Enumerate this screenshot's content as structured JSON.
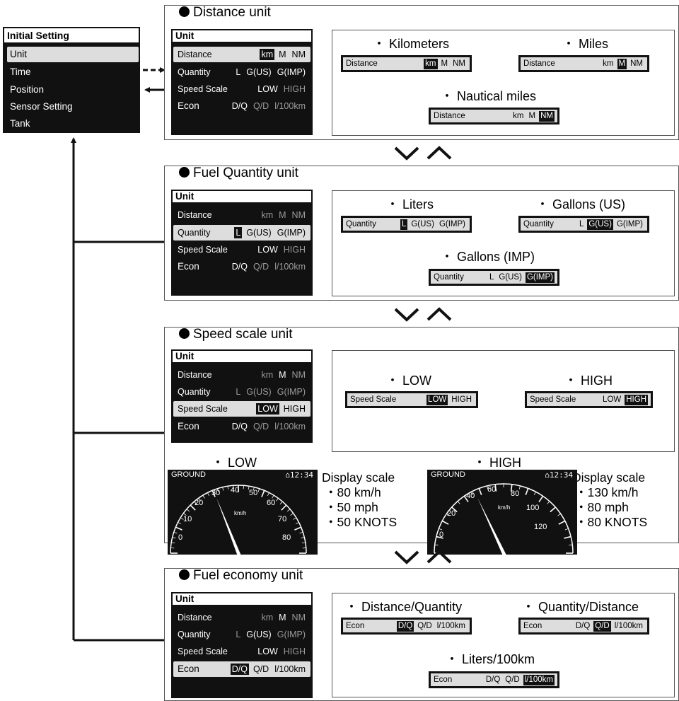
{
  "initial_setting": {
    "title": "Initial Setting",
    "items": [
      "Unit",
      "Time",
      "Position",
      "Sensor Setting",
      "Tank"
    ]
  },
  "screen_common": {
    "title": "Unit",
    "distance_label": "Distance",
    "quantity_label": "Quantity",
    "speed_label": "Speed Scale",
    "econ_label": "Econ",
    "distance_opts": [
      "km",
      "M",
      "NM"
    ],
    "quantity_opts": [
      "L",
      "G(US)",
      "G(IMP)"
    ],
    "speed_opts": [
      "LOW",
      "HIGH"
    ],
    "econ_opts": [
      "D/Q",
      "Q/D",
      "l/100km"
    ]
  },
  "sections": {
    "distance": {
      "title": "Distance unit",
      "km_caption": "・ Kilometers",
      "miles_caption": "・ Miles",
      "nm_caption": "・ Nautical miles"
    },
    "fuel_quantity": {
      "title": "Fuel Quantity unit",
      "liters_caption": "・ Liters",
      "gus_caption": "・ Gallons (US)",
      "gimp_caption": "・ Gallons (IMP)"
    },
    "speed": {
      "title": "Speed scale unit",
      "low_caption": "・ LOW",
      "high_caption": "・ HIGH",
      "gauge_low_caption": "・ LOW",
      "gauge_high_caption": "・ HIGH",
      "gauge_low": {
        "ground": "GROUND",
        "time": "12:34",
        "unit": "km/h",
        "ticks": [
          "0",
          "10",
          "20",
          "30",
          "40",
          "50",
          "60",
          "70",
          "80"
        ],
        "display_scale_title": "Display scale",
        "display_scale": [
          "・80 km/h",
          "・50 mph",
          "・50 KNOTS"
        ]
      },
      "gauge_high": {
        "ground": "GROUND",
        "time": "12:34",
        "unit": "km/h",
        "ticks": [
          "0",
          "20",
          "40",
          "60",
          "80",
          "100",
          "120"
        ],
        "display_scale_title": "Display scale",
        "display_scale": [
          "・130 km/h",
          "・80 mph",
          "・80 KNOTS"
        ]
      }
    },
    "fuel_economy": {
      "title": "Fuel economy unit",
      "dq_caption": "・ Distance/Quantity",
      "qd_caption": "・ Quantity/Distance",
      "l100_caption": "・ Liters/100km"
    }
  }
}
